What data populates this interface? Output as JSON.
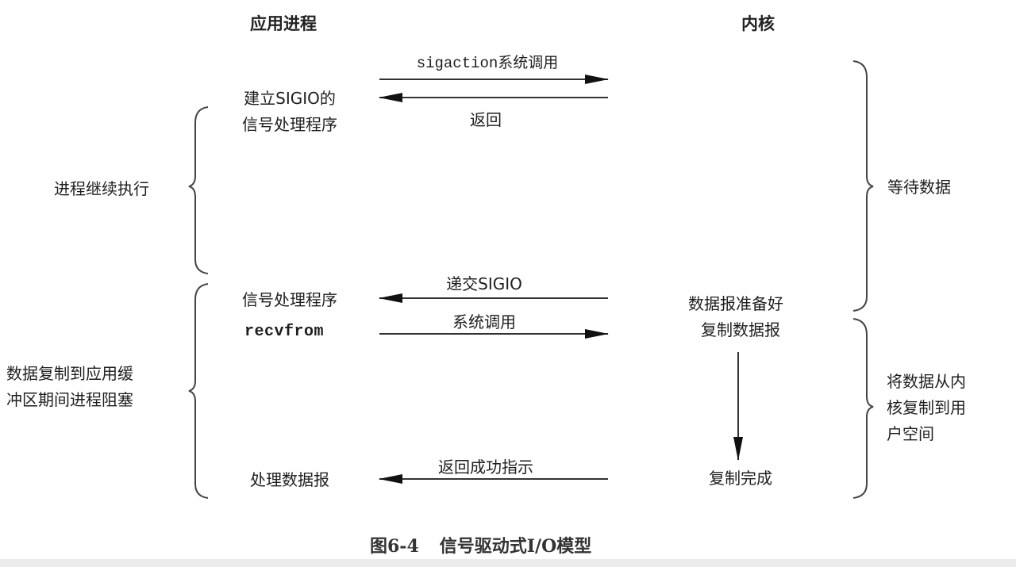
{
  "columns": {
    "app_process": "应用进程",
    "kernel": "内核"
  },
  "app_steps": {
    "setup_handler": "建立SIGIO的\n信号处理程序",
    "signal_handler": "信号处理程序",
    "recvfrom": "recvfrom",
    "process_datagram": "处理数据报"
  },
  "arrows": [
    {
      "label": "sigaction系统调用",
      "direction": "right"
    },
    {
      "label": "返回",
      "direction": "left"
    },
    {
      "label": "递交SIGIO",
      "direction": "left"
    },
    {
      "label": "系统调用",
      "direction": "right"
    },
    {
      "label": "返回成功指示",
      "direction": "left"
    }
  ],
  "kernel_steps": {
    "datagram_ready": "数据报准备好",
    "copy_datagram": "复制数据报",
    "copy_complete": "复制完成"
  },
  "left_braces": {
    "process_continues": "进程继续执行",
    "process_blocked": "数据复制到应用缓\n冲区期间进程阻塞"
  },
  "right_braces": {
    "wait_for_data": "等待数据",
    "copy_to_user": "将数据从内\n核复制到用\n户空间"
  },
  "caption": {
    "figure_number": "图6-4",
    "title": "信号驱动式I/O模型"
  }
}
